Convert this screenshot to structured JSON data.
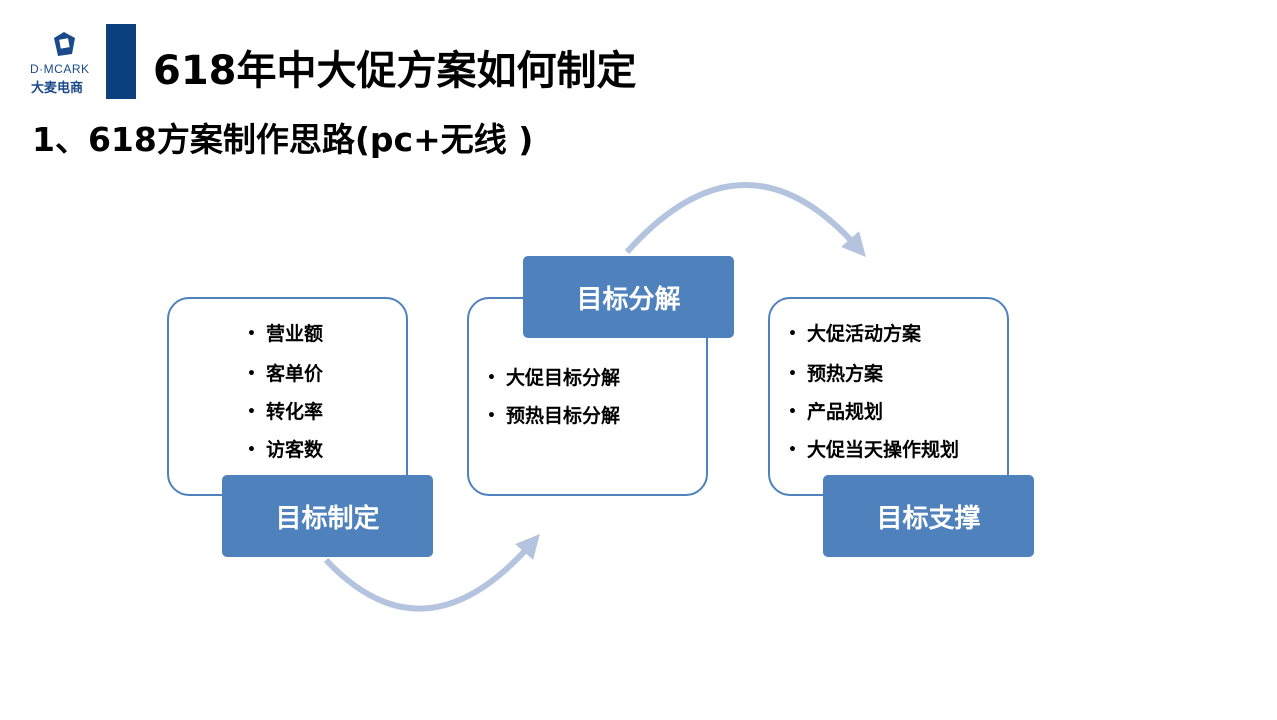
{
  "logo": {
    "en": "D·MCARK",
    "cn": "大麦电商"
  },
  "title": "618年中大促方案如何制定",
  "subtitle": "1、618方案制作思路(pc+无线 )",
  "steps": [
    {
      "label": "目标制定",
      "items": [
        "营业额",
        "客单价",
        "转化率",
        "访客数"
      ]
    },
    {
      "label": "目标分解",
      "items": [
        "大促目标分解",
        "预热目标分解"
      ]
    },
    {
      "label": "目标支撑",
      "items": [
        "大促活动方案",
        "预热方案",
        "产品规划",
        "大促当天操作规划"
      ]
    }
  ],
  "colors": {
    "accent": "#4f81bd",
    "arrow": "#b4c4de",
    "bar": "#0c3f7e"
  }
}
